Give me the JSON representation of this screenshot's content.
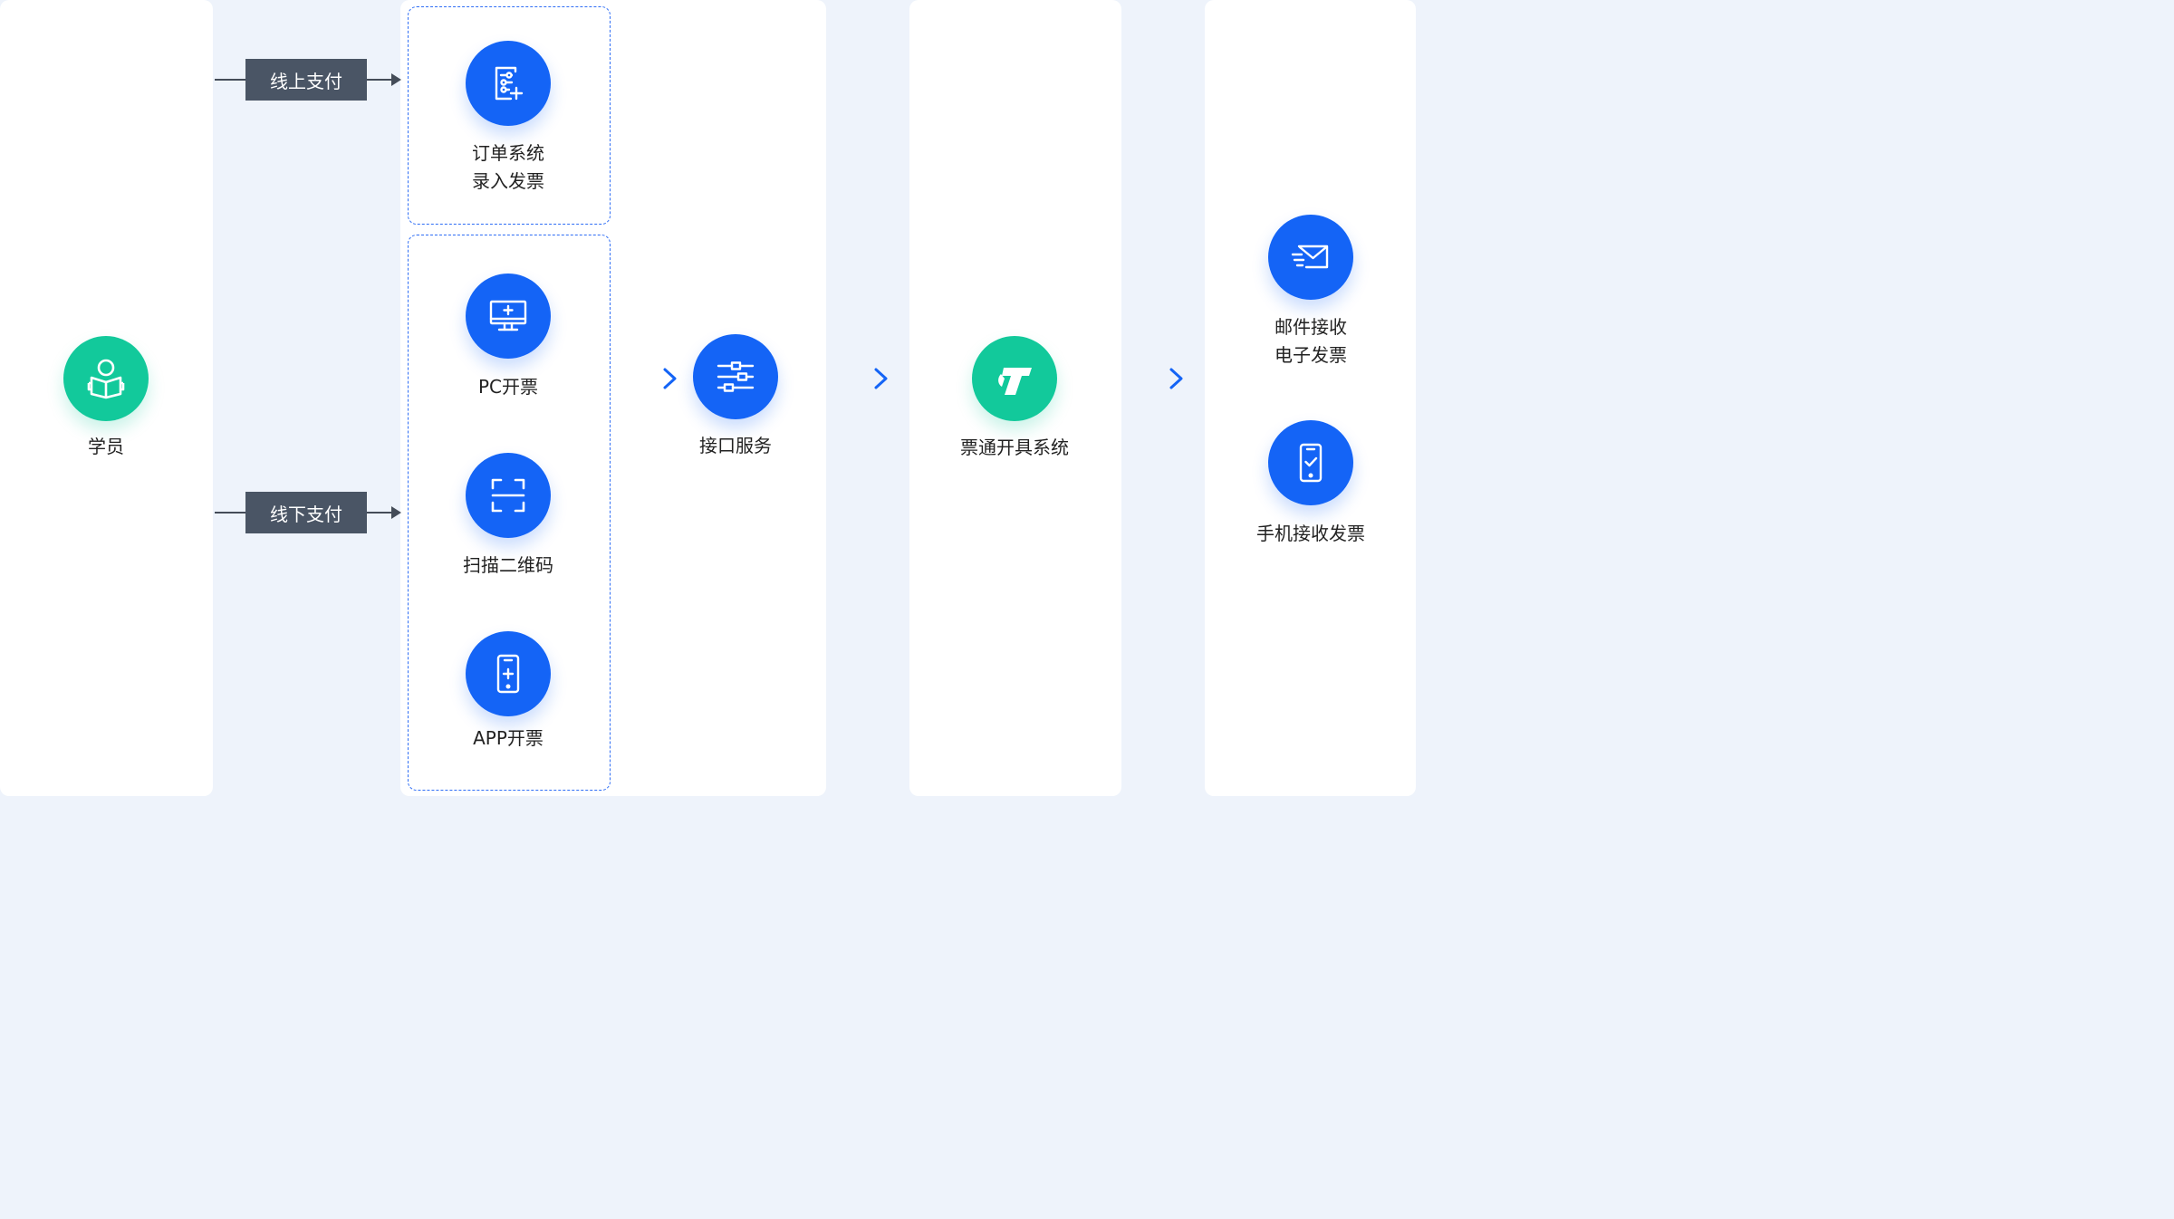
{
  "student": {
    "label": "学员",
    "icon": "student-reading-book-icon"
  },
  "payments": {
    "online": "线上支付",
    "offline": "线下支付"
  },
  "channels": {
    "order": {
      "line1": "订单系统",
      "line2": "录入发票",
      "icon": "order-form-add-icon"
    },
    "pc": {
      "label": "PC开票",
      "icon": "monitor-plus-icon"
    },
    "scan": {
      "label": "扫描二维码",
      "icon": "qr-scan-icon"
    },
    "app": {
      "label": "APP开票",
      "icon": "phone-plus-icon"
    }
  },
  "interface": {
    "label": "接口服务",
    "icon": "sliders-icon"
  },
  "system": {
    "label": "票通开具系统",
    "icon": "piaotong-logo-icon"
  },
  "outputs": {
    "email": {
      "line1": "邮件接收",
      "line2": "电子发票",
      "icon": "mail-icon"
    },
    "mobile": {
      "label": "手机接收发票",
      "icon": "phone-check-icon"
    }
  },
  "colors": {
    "blue": "#1464f6",
    "green": "#12c99b",
    "paybox": "#4a5565",
    "background": "#eef3fb"
  }
}
